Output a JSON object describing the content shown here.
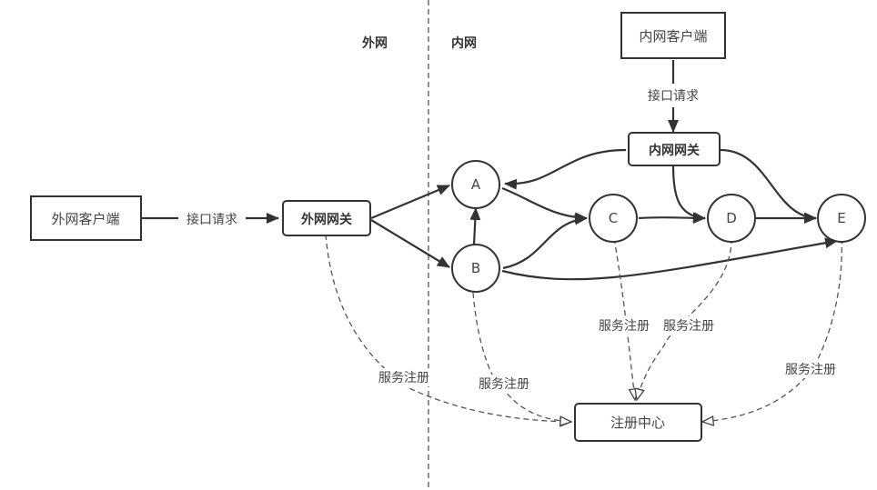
{
  "zones": {
    "external": "外网",
    "internal": "内网"
  },
  "boxes": {
    "external_client": "外网客户端",
    "internal_client": "内网客户端",
    "external_gateway": "外网网关",
    "internal_gateway": "内网网关",
    "registry": "注册中心"
  },
  "services": {
    "a": "A",
    "b": "B",
    "c": "C",
    "d": "D",
    "e": "E"
  },
  "edge_labels": {
    "ext_request": "接口请求",
    "int_request": "接口请求",
    "reg_ext_gateway": "服务注册",
    "reg_b": "服务注册",
    "reg_c": "服务注册",
    "reg_d": "服务注册",
    "reg_e": "服务注册"
  },
  "colors": {
    "stroke": "#333333",
    "text": "#444444",
    "background": "#ffffff"
  }
}
